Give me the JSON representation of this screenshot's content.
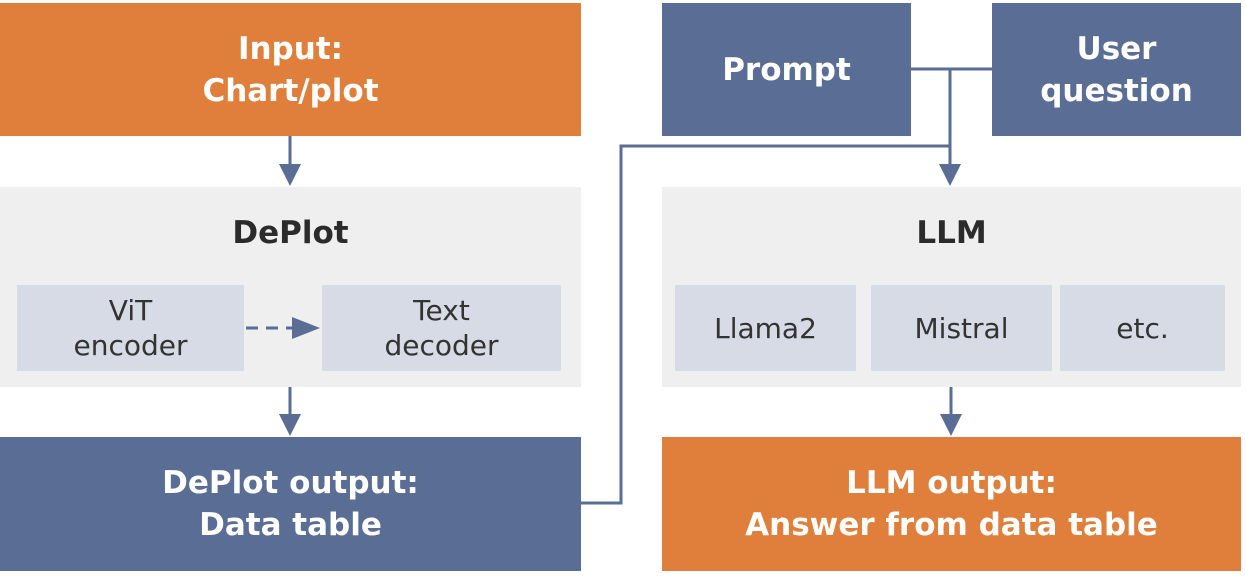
{
  "input_box": {
    "line1": "Input:",
    "line2": "Chart/plot"
  },
  "prompt_box": {
    "label": "Prompt"
  },
  "user_question_box": {
    "line1": "User",
    "line2": "question"
  },
  "deplot_panel": {
    "title": "DePlot",
    "vit_encoder": {
      "line1": "ViT",
      "line2": "encoder"
    },
    "text_decoder": {
      "line1": "Text",
      "line2": "decoder"
    }
  },
  "llm_panel": {
    "title": "LLM",
    "models": [
      "Llama2",
      "Mistral",
      "etc."
    ]
  },
  "deplot_output_box": {
    "line1": "DePlot output:",
    "line2": "Data table"
  },
  "llm_output_box": {
    "line1": "LLM output:",
    "line2": "Answer from data table"
  },
  "colors": {
    "orange": "#e07e3c",
    "blue": "#5a6d94",
    "panel_gray": "#efefef",
    "sub_box": "#d6dbe5"
  }
}
